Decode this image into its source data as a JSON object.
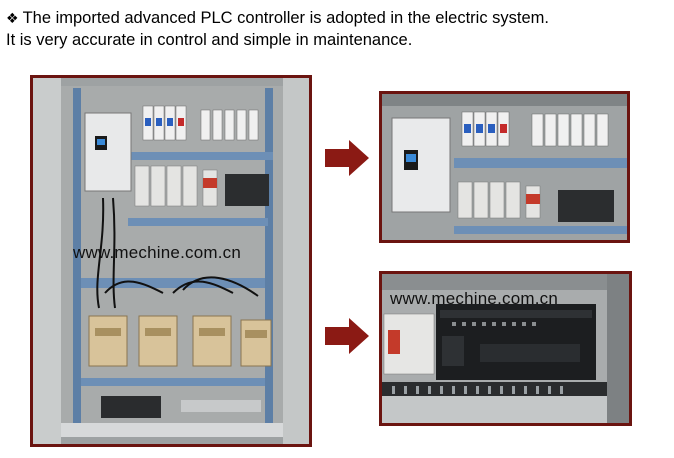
{
  "caption": {
    "bullet": "❖",
    "line1": "The imported advanced PLC controller is adopted in the electric system.",
    "line2": "It is very accurate in control and simple in maintenance."
  },
  "watermarks": {
    "main": "www.mechine.com.cn",
    "detail": "www.mechine.com.cn"
  },
  "colors": {
    "frame": "#6b1410",
    "arrow": "#8b1a14",
    "cabinet_gray": "#8e9294",
    "rail_blue": "#5d7fa6",
    "contactor_beige": "#d8c39a",
    "plc_black": "#1c1e20"
  },
  "icons": [
    "right-arrow-icon",
    "right-arrow-icon"
  ]
}
